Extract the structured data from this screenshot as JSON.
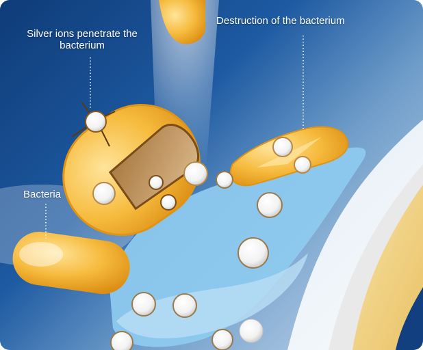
{
  "labels": {
    "silver_ions": "Silver ions penetrate the bacterium",
    "destruction": "Destruction of the bacterium",
    "bacteria": "Bacteria"
  },
  "colors": {
    "bacterium_fill": "#f5b93c",
    "bacterium_edge": "#d98c12",
    "membrane_blue": "#8dc9ee",
    "gold_stripe": "#f0d38a",
    "background_dark": "#0f3b78"
  }
}
